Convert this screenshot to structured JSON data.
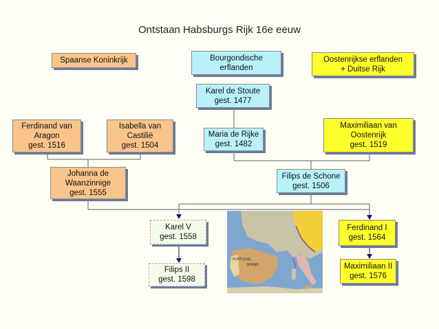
{
  "title": "Ontstaan Habsburgs Rijk 16e eeuw",
  "headers": {
    "spain": "Spaanse Koninkrijk",
    "burgundy": [
      "Bourgondische",
      "erflanden"
    ],
    "austria": [
      "Oostenrijkse erflanden",
      "+ Duitse Rijk"
    ]
  },
  "persons": {
    "karel_stoute": [
      "Karel de Stoute",
      "gest. 1477"
    ],
    "ferdinand_aragon": [
      "Ferdinand van",
      "Aragon",
      "gest. 1516"
    ],
    "isabella": [
      "Isabella van",
      "Castilië",
      "gest. 1504"
    ],
    "maria": [
      "Maria de Rijke",
      "gest. 1482"
    ],
    "maximiliaan": [
      "Maximiliaan van",
      "Oostenrijk",
      "gest. 1519"
    ],
    "johanna": [
      "Johanna de",
      "Waanzinnige",
      "gest. 1555"
    ],
    "filips_schone": [
      "Filips de Schone",
      "gest. 1506"
    ],
    "karel_v": [
      "Karel V",
      "gest. 1558"
    ],
    "filips_ii": [
      "Filips II",
      "gest. 1598"
    ],
    "ferdinand_i": [
      "Ferdinand I",
      "gest. 1564"
    ],
    "maximiliaan_ii": [
      "Maximiliaan II",
      "gest. 1576"
    ]
  },
  "colors": {
    "spain": "#f9c58a",
    "burgundy": "#b9f1f9",
    "austria": "#ffff2b",
    "descendant": "#f4fbea"
  },
  "map": {
    "description_icon": "europe-map-image",
    "labels": [
      "PORTUGAL",
      "SPANJE"
    ]
  }
}
